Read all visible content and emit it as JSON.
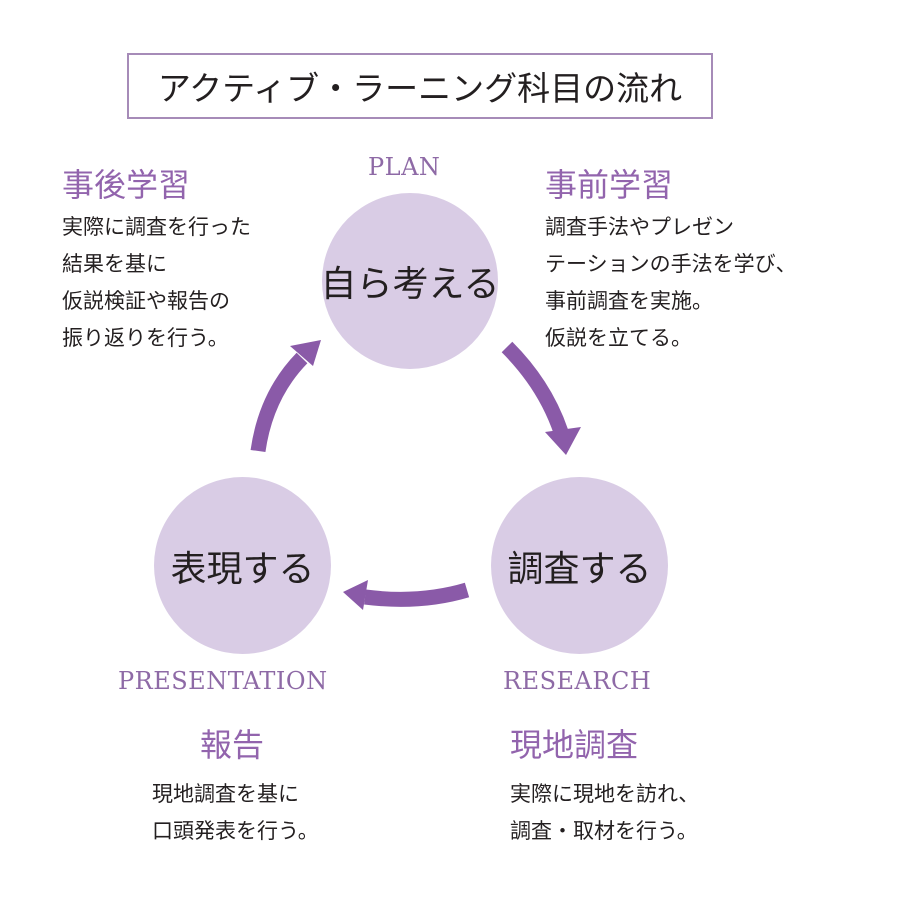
{
  "title": "アクティブ・ラーニング科目の流れ",
  "colors": {
    "circle_fill": "#d9cce5",
    "arrow": "#8a5aa8",
    "heading": "#9264ad",
    "english_label": "#8e6aa6",
    "title_border": "#a68bb8",
    "text": "#231f20"
  },
  "cycle": [
    {
      "id": "plan",
      "english_label": "PLAN",
      "circle_text": "自ら考える"
    },
    {
      "id": "research",
      "english_label": "RESEARCH",
      "circle_text": "調査する"
    },
    {
      "id": "presentation",
      "english_label": "PRESENTATION",
      "circle_text": "表現する"
    }
  ],
  "sections": {
    "post_study": {
      "heading": "事後学習",
      "lines": [
        "実際に調査を行った",
        "結果を基に",
        "仮説検証や報告の",
        "振り返りを行う。"
      ]
    },
    "pre_study": {
      "heading": "事前学習",
      "lines": [
        "調査手法やプレゼン",
        "テーションの手法を学び、",
        "事前調査を実施。",
        "仮説を立てる。"
      ]
    },
    "report": {
      "heading": "報告",
      "lines": [
        "現地調査を基に",
        "口頭発表を行う。"
      ]
    },
    "field_research": {
      "heading": "現地調査",
      "lines": [
        "実際に現地を訪れ、",
        "調査・取材を行う。"
      ]
    }
  },
  "arrows": [
    {
      "from": "plan",
      "to": "research"
    },
    {
      "from": "research",
      "to": "presentation"
    },
    {
      "from": "presentation",
      "to": "plan"
    }
  ]
}
